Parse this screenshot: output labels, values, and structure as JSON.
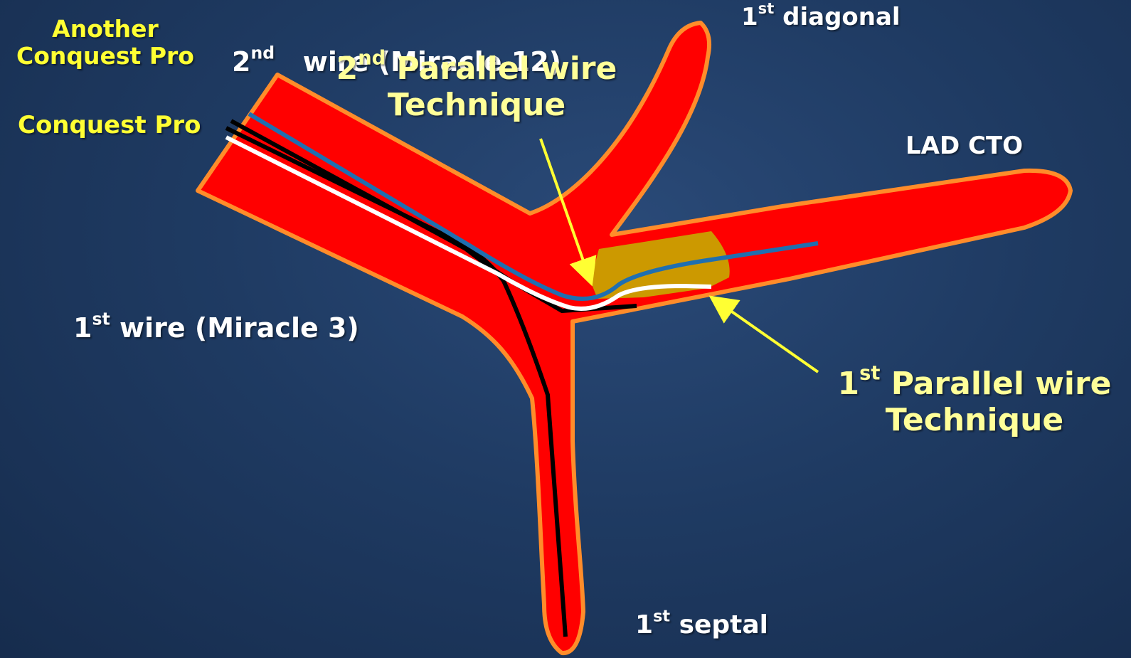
{
  "colors": {
    "background": "#1f3b63",
    "vessel_fill": "#ff0000",
    "vessel_outline": "#ff8c2a",
    "occlusion": "#cc9900",
    "wire_first": "#000000",
    "wire_blue": "#1f6fb0",
    "wire_white": "#ffffff",
    "arrow": "#ffff33",
    "label_yellow": "#ffff33",
    "label_pale_yellow": "#ffff99",
    "label_white": "#ffffff"
  },
  "labels": {
    "first_diagonal": {
      "sup": "st",
      "pre": "1",
      "text": "diagonal"
    },
    "lad_cto": "LAD CTO",
    "another_conquest_line1": "Another",
    "another_conquest_line2": "Conquest Pro",
    "conquest_pro": "Conquest Pro",
    "second_wire": {
      "pre": "2",
      "sup": "nd",
      "text": "wire (Miracle 12)"
    },
    "second_parallel": {
      "pre": "2",
      "sup": "nd",
      "line1": "Parallel wire",
      "line2": "Technique"
    },
    "first_wire": {
      "pre": "1",
      "sup": "st",
      "text": "wire (Miracle 3)"
    },
    "first_parallel": {
      "pre": "1",
      "sup": "st",
      "line1": "Parallel wire",
      "line2": "Technique"
    },
    "first_septal": {
      "pre": "1",
      "sup": "st",
      "text": "septal"
    }
  }
}
